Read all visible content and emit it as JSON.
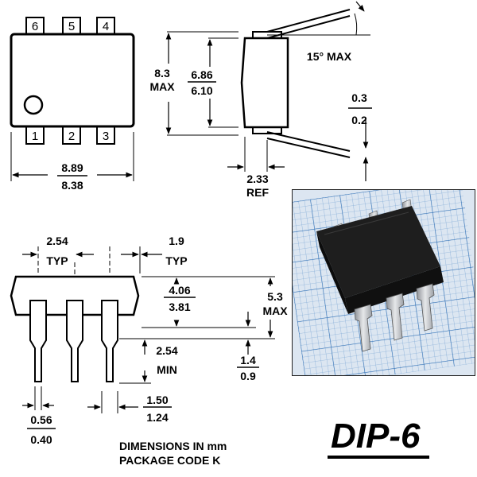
{
  "colors": {
    "ink": "#000000",
    "paper": "#ffffff",
    "grid_bg": "#dce6f1",
    "grid_line": "#2e6fb5",
    "chip_body": "#151515",
    "pin_metal": "#c9ccd0"
  },
  "top_view": {
    "pins_top": [
      "6",
      "5",
      "4"
    ],
    "pins_bottom": [
      "1",
      "2",
      "3"
    ],
    "width_max": "8.89",
    "width_min": "8.38"
  },
  "side_view": {
    "height_max_value": "8.3",
    "height_max_label": "MAX",
    "body_max": "6.86",
    "body_min": "6.10",
    "angle": "15° MAX",
    "lead_thk_max": "0.3",
    "lead_thk_min": "0.2",
    "ref_value": "2.33",
    "ref_label": "REF"
  },
  "front_view": {
    "pitch_value": "2.54",
    "pitch_label": "TYP",
    "end_value": "1.9",
    "end_label": "TYP",
    "body_max": "4.06",
    "body_min": "3.81",
    "total_value": "5.3",
    "total_label": "MAX",
    "standoff_max": "1.4",
    "standoff_min": "0.9",
    "lead_len_value": "2.54",
    "lead_len_label": "MIN",
    "shoulder_max": "1.50",
    "shoulder_min": "1.24",
    "lead_w_max": "0.56",
    "lead_w_min": "0.40"
  },
  "notes": {
    "line1": "DIMENSIONS IN mm",
    "line2": "PACKAGE CODE K"
  },
  "package_name": "DIP-6",
  "photo": {
    "icon": "dip6-chip-photo"
  }
}
